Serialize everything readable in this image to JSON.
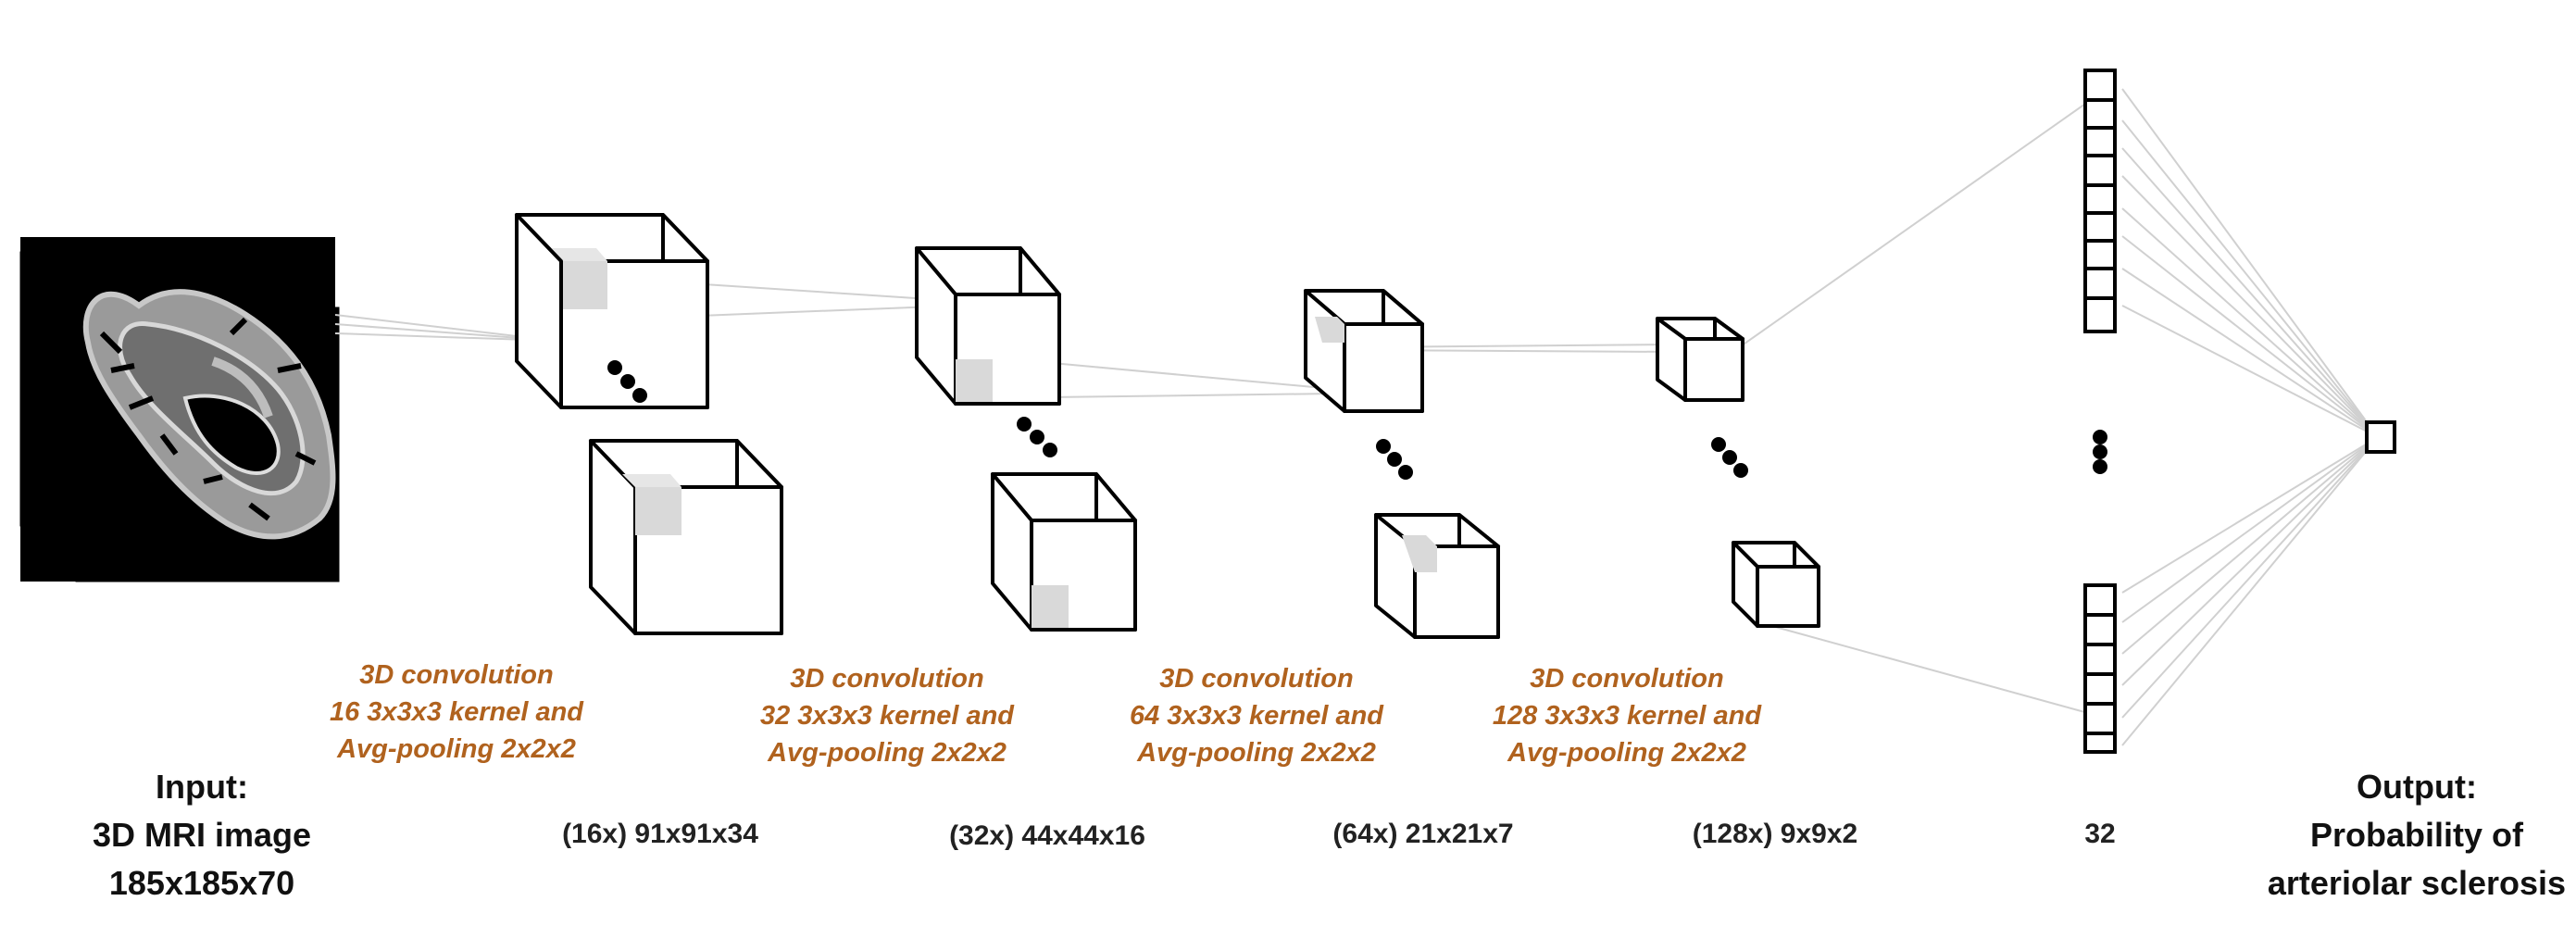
{
  "input": {
    "lines": [
      "Input:",
      "3D MRI image",
      "185x185x70"
    ]
  },
  "output": {
    "lines": [
      "Output:",
      "Probability of",
      "arteriolar sclerosis"
    ]
  },
  "operations": [
    {
      "lines": [
        "3D convolution",
        "16 3x3x3 kernel and",
        "Avg-pooling 2x2x2"
      ]
    },
    {
      "lines": [
        "3D convolution",
        "32 3x3x3 kernel and",
        "Avg-pooling 2x2x2"
      ]
    },
    {
      "lines": [
        "3D convolution",
        "64 3x3x3 kernel and",
        "Avg-pooling 2x2x2"
      ]
    },
    {
      "lines": [
        "3D convolution",
        "128 3x3x3 kernel and",
        "Avg-pooling 2x2x2"
      ]
    }
  ],
  "layers": [
    {
      "label": "(16x) 91x91x34"
    },
    {
      "label": "(32x) 44x44x16"
    },
    {
      "label": "(64x) 21x21x7"
    },
    {
      "label": "(128x) 9x9x2"
    }
  ],
  "dense": {
    "label": "32"
  },
  "colors": {
    "operation_text": "#b0621e",
    "kernel_patch": "#d9d9d9",
    "connection_line": "#d0d0d0"
  }
}
